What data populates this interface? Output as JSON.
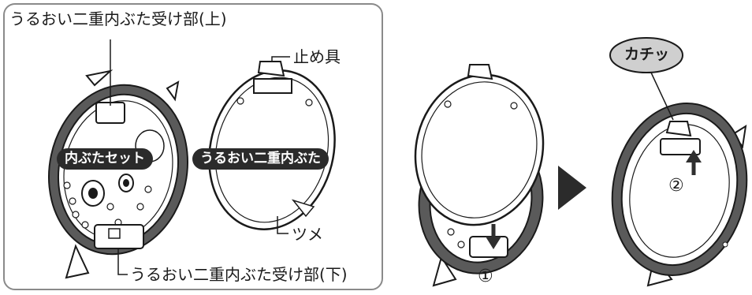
{
  "labels": {
    "upper_receiver": "うるおい二重内ぶた受け部(上)",
    "stopper": "止め具",
    "lid_set": "内ぶたセット",
    "inner_lid": "うるおい二重内ぶた",
    "claw": "ツメ",
    "lower_receiver": "うるおい二重内ぶた受け部(下)",
    "click_sound": "カチッ"
  },
  "steps": {
    "step1": "①",
    "step2": "②"
  },
  "colors": {
    "line": "#1a1a1a",
    "gasket": "#555555",
    "pill_bg": "#2b2b2b",
    "bubble": "#cfcfcf",
    "arrow": "#2f2f2f"
  }
}
